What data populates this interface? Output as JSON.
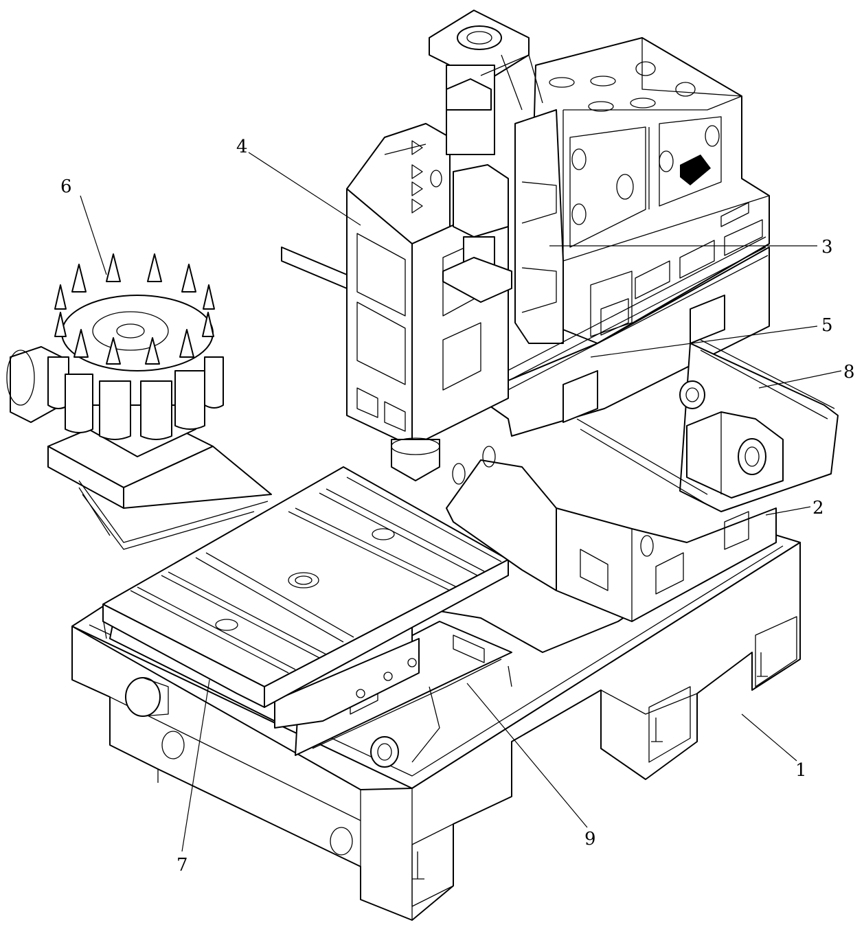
{
  "figure": {
    "labels": [
      {
        "id": "1",
        "text": "1"
      },
      {
        "id": "2",
        "text": "2"
      },
      {
        "id": "3",
        "text": "3"
      },
      {
        "id": "4",
        "text": "4"
      },
      {
        "id": "5",
        "text": "5"
      },
      {
        "id": "6",
        "text": "6"
      },
      {
        "id": "7",
        "text": "7"
      },
      {
        "id": "8",
        "text": "8"
      },
      {
        "id": "9",
        "text": "9"
      }
    ]
  }
}
